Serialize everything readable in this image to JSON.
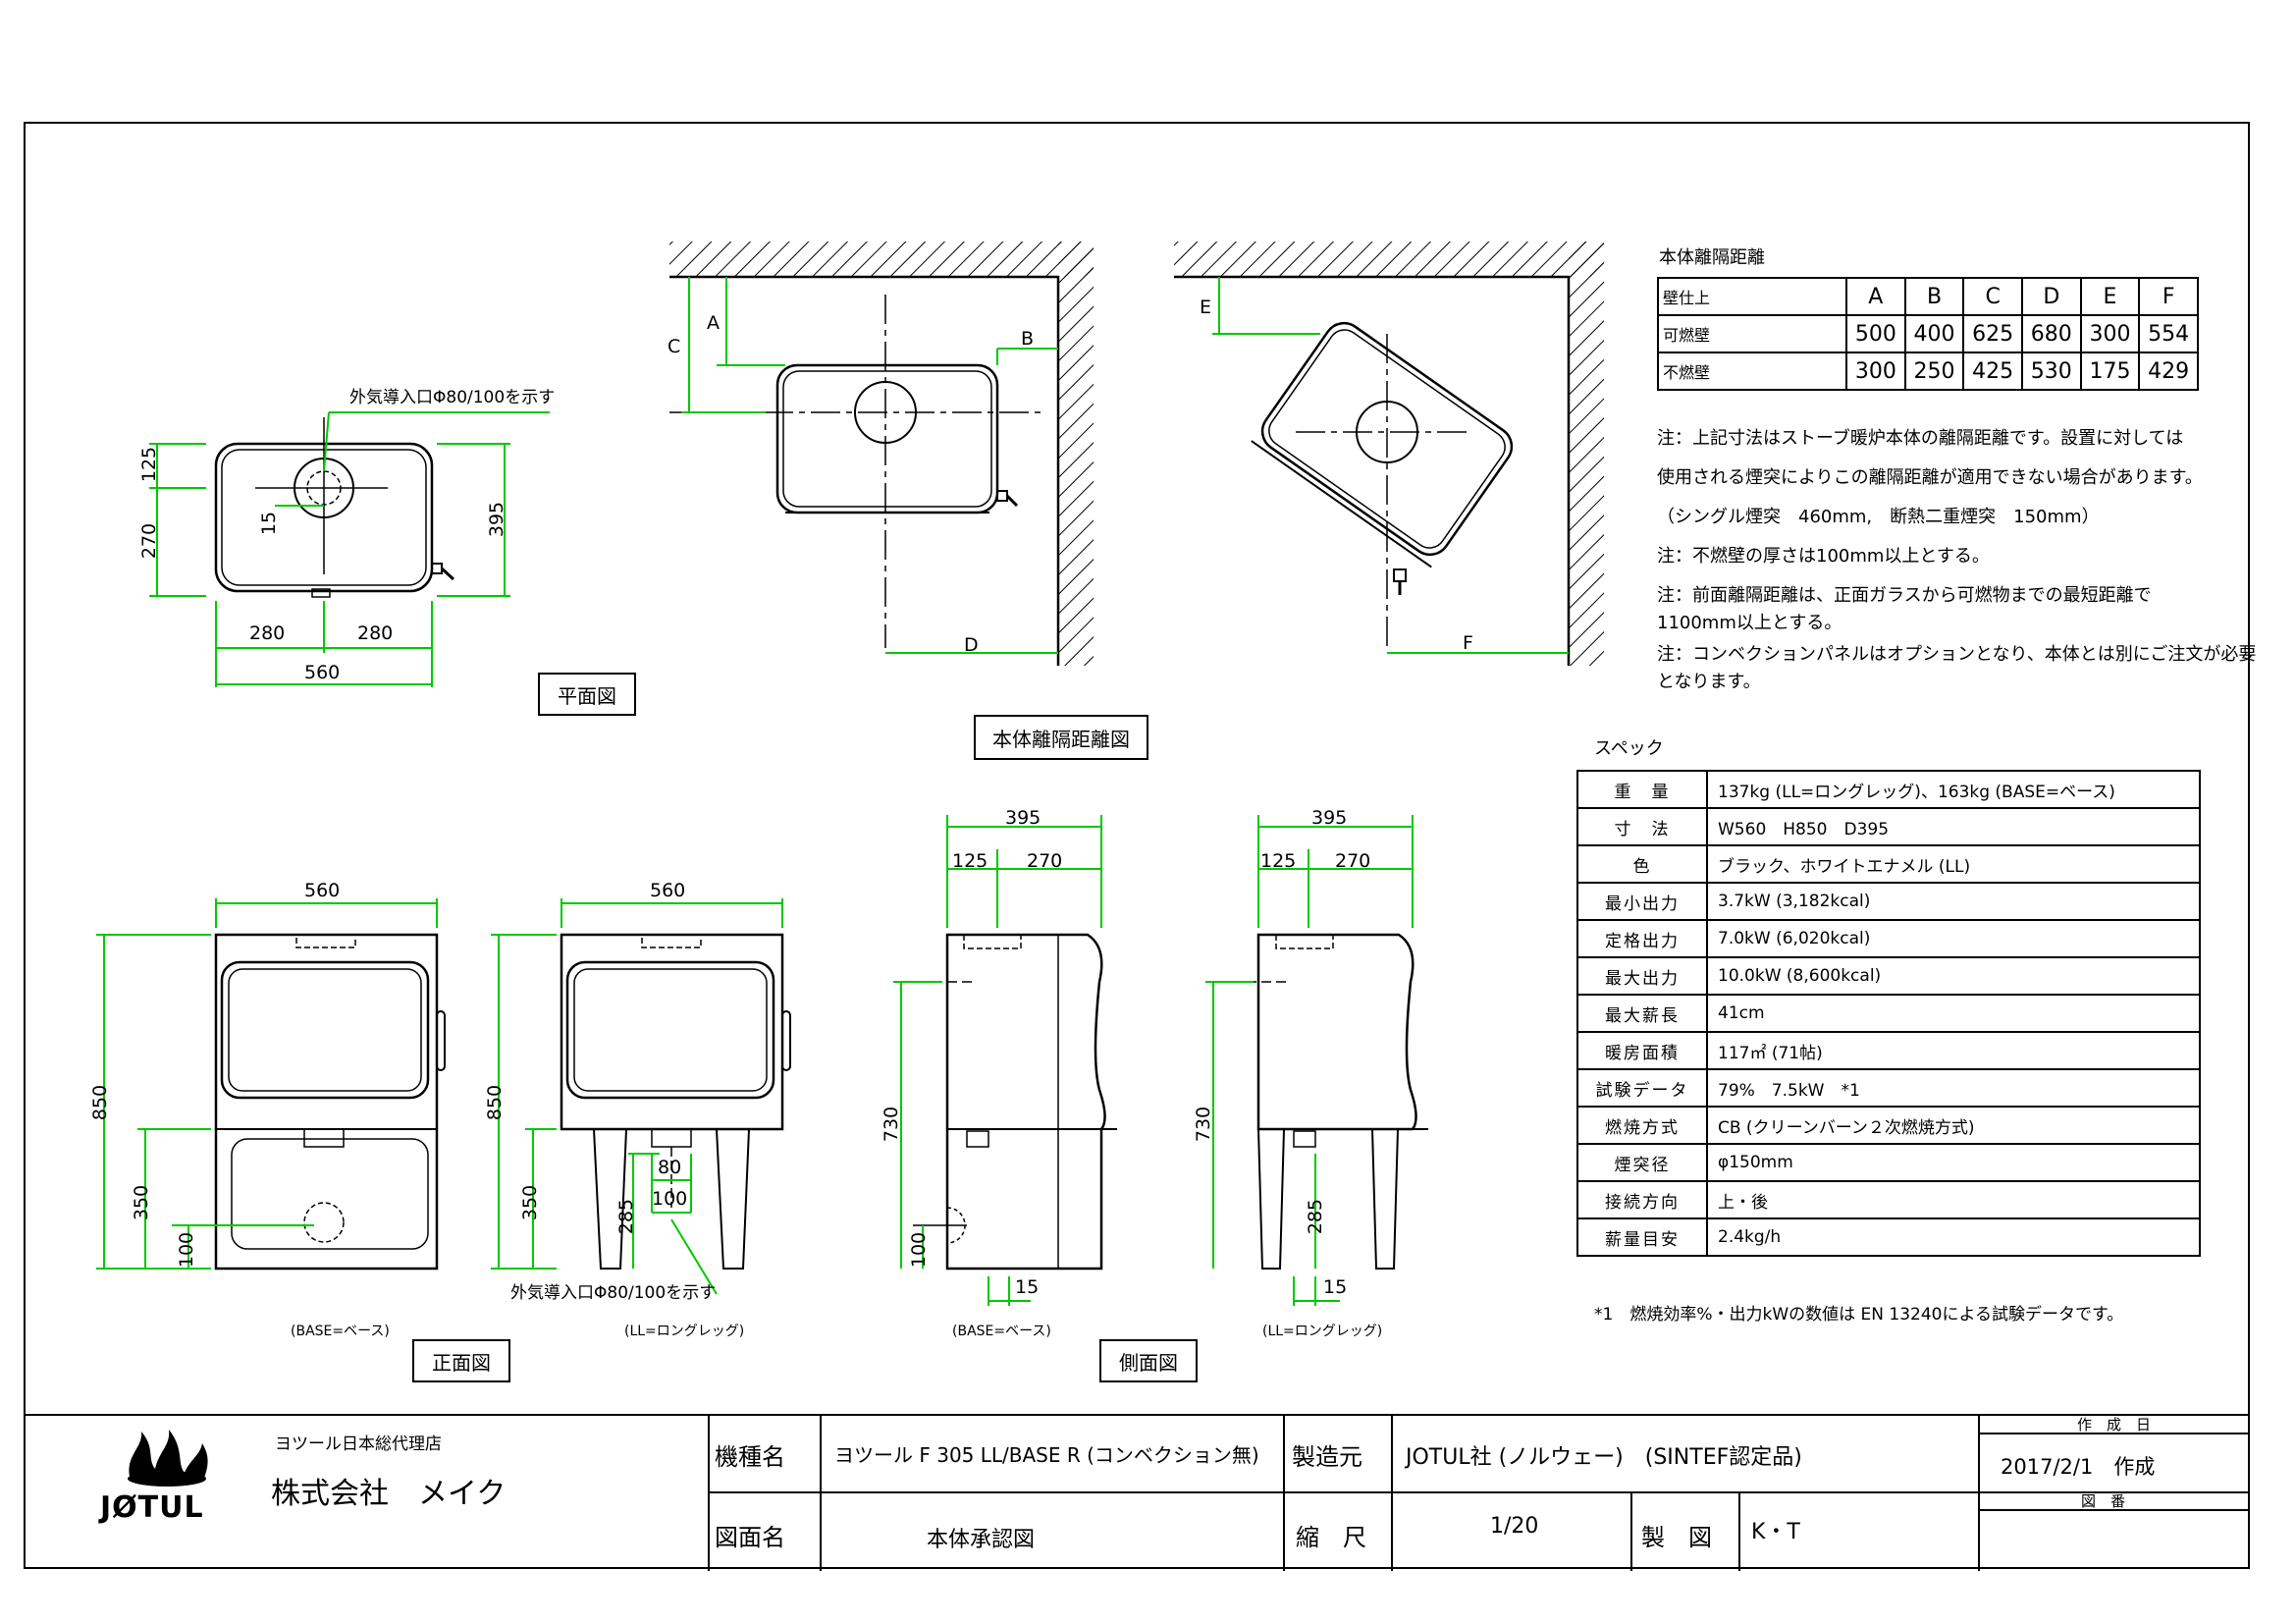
{
  "views": {
    "plan": {
      "label": "平面図",
      "inlet_note": "外気導入口Φ80/100を示す",
      "dims": {
        "d125": "125",
        "d270": "270",
        "d395": "395",
        "d15": "15",
        "d280a": "280",
        "d280b": "280",
        "d560": "560"
      }
    },
    "clearance": {
      "label": "本体離隔距離図",
      "letters": {
        "A": "A",
        "B": "B",
        "C": "C",
        "D": "D",
        "E": "E",
        "F": "F"
      }
    },
    "front": {
      "label": "正面図",
      "base_caption": "(BASE=ベース)",
      "ll_caption": "(LL=ロングレッグ)",
      "inlet_note": "外気導入口Φ80/100を示す",
      "dims": {
        "w560a": "560",
        "w560b": "560",
        "h850a": "850",
        "h850b": "850",
        "h350a": "350",
        "h350b": "350",
        "h100": "100",
        "h285": "285",
        "d80": "80",
        "d100": "100"
      }
    },
    "side": {
      "label": "側面図",
      "base_caption": "(BASE=ベース)",
      "ll_caption": "(LL=ロングレッグ)",
      "dims": {
        "d395a": "395",
        "d125a": "125",
        "d270a": "270",
        "h730a": "730",
        "h100": "100",
        "d15a": "15",
        "d395b": "395",
        "d125b": "125",
        "d270b": "270",
        "h730b": "730",
        "h285": "285",
        "d15b": "15"
      }
    }
  },
  "clearance_table": {
    "title": "本体離隔距離",
    "header_label": "壁仕上",
    "columns": [
      "A",
      "B",
      "C",
      "D",
      "E",
      "F"
    ],
    "rows": [
      {
        "label": "可燃壁",
        "values": [
          "500",
          "400",
          "625",
          "680",
          "300",
          "554"
        ]
      },
      {
        "label": "不燃壁",
        "values": [
          "300",
          "250",
          "425",
          "530",
          "175",
          "429"
        ]
      }
    ]
  },
  "notes": [
    "注：上記寸法はストーブ暖炉本体の離隔距離です。設置に対しては",
    "使用される煙突によりこの離隔距離が適用できない場合があります。",
    "（シングル煙突　460mm,　断熱二重煙突　150mm）",
    "注：不燃壁の厚さは100mm以上とする。",
    "注：前面離隔距離は、正面ガラスから可燃物までの最短距離で",
    "1100mm以上とする。",
    "注：コンベクションパネルはオプションとなり、本体とは別にご注文が必要",
    "となります。"
  ],
  "spec": {
    "title": "スペック",
    "rows": [
      {
        "key": "重　量",
        "value": "137kg (LL=ロングレッグ)、163kg (BASE=ベース)"
      },
      {
        "key": "寸　法",
        "value": "W560　H850　D395"
      },
      {
        "key": "色",
        "value": "ブラック、ホワイトエナメル (LL)"
      },
      {
        "key": "最小出力",
        "value": "3.7kW (3,182kcal)"
      },
      {
        "key": "定格出力",
        "value": "7.0kW (6,020kcal)"
      },
      {
        "key": "最大出力",
        "value": "10.0kW (8,600kcal)"
      },
      {
        "key": "最大薪長",
        "value": "41cm"
      },
      {
        "key": "暖房面積",
        "value": "117㎡ (71帖)"
      },
      {
        "key": "試験データ",
        "value": "79%　7.5kW　*1"
      },
      {
        "key": "燃焼方式",
        "value": "CB (クリーンバーン２次燃焼方式)"
      },
      {
        "key": "煙突径",
        "value": "φ150mm"
      },
      {
        "key": "接続方向",
        "value": "上・後"
      },
      {
        "key": "薪量目安",
        "value": "2.4kg/h"
      }
    ],
    "footnote": "*1　燃焼効率%・出力kWの数値は EN 13240による試験データです。"
  },
  "title_block": {
    "logo_text": "JØTUL",
    "agent": "ヨツール日本総代理店",
    "company": "株式会社　メイク",
    "model_label": "機種名",
    "model_value": "ヨツール F 305 LL/BASE R (コンベクション無)",
    "maker_label": "製造元",
    "maker_value": "JOTUL社 (ノルウェー)　(SINTEF認定品)",
    "created_label": "作　成　日",
    "created_value": "2017/2/1　作成",
    "drawing_label": "図面名",
    "drawing_value": "本体承認図",
    "scale_label": "縮　尺",
    "scale_value": "1/20",
    "drafter_label": "製　図",
    "drafter_value": "K・T",
    "number_label": "図　番"
  },
  "colors": {
    "dimension": "#00c800",
    "line": "#000000"
  }
}
